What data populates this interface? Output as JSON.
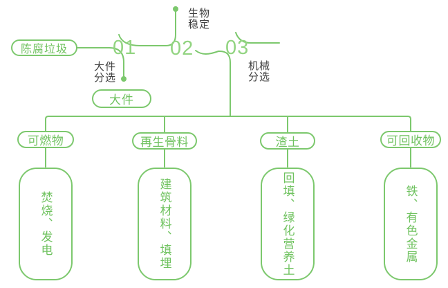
{
  "diagram": {
    "title_semantic": "aged-refuse-treatment-flow",
    "root_label": "陈腐垃圾",
    "steps": [
      {
        "number": "01",
        "note": "大件\n分选",
        "output": "大件"
      },
      {
        "number": "02",
        "note": "生物\n稳定"
      },
      {
        "number": "03",
        "note": "机械\n分选"
      }
    ],
    "branches": [
      {
        "category": "可燃物",
        "result": "焚烧、发电"
      },
      {
        "category": "再生骨料",
        "result": "建筑材料、填埋"
      },
      {
        "category": "渣土",
        "result": "回填、绿化营养土"
      },
      {
        "category": "可回收物",
        "result": "铁、有色金属"
      }
    ],
    "colors": {
      "line_green": "#7cc86d",
      "number_green": "#92d481",
      "text_green": "#6fc25f",
      "label_dark": "#404040",
      "background": "#ffffff"
    }
  }
}
